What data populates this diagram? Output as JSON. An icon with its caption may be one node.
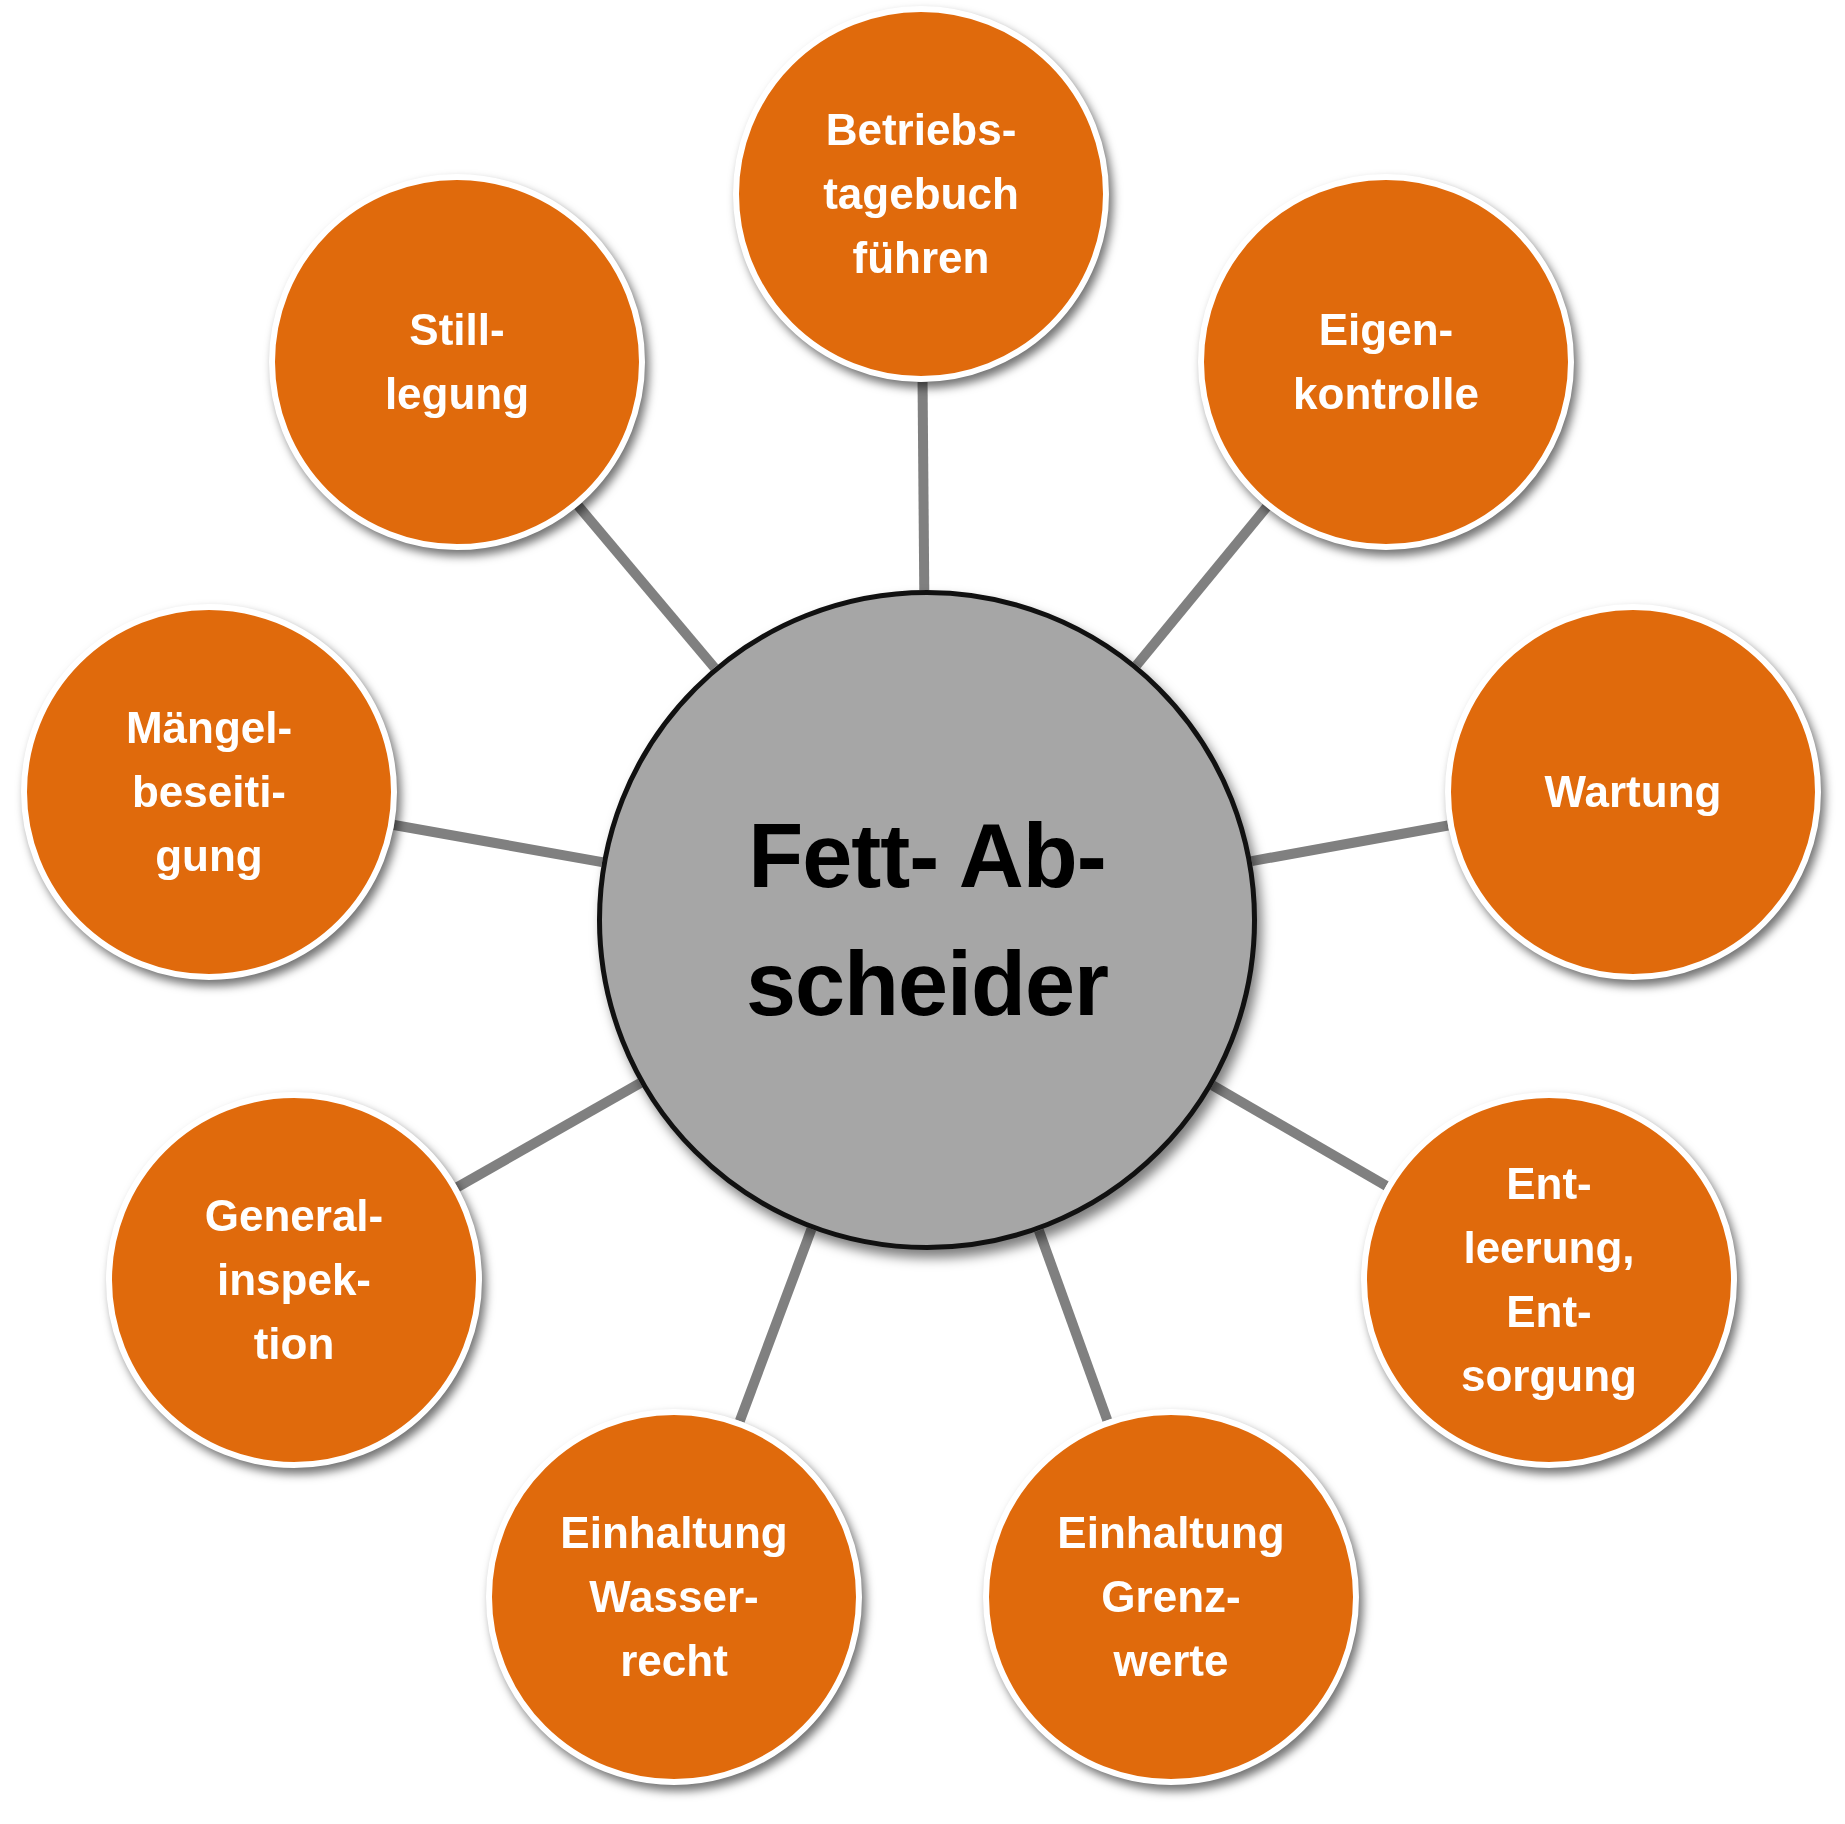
{
  "diagram": {
    "nodes": [
      {
        "text": [
          "Fett- Ab- scheider"
        ]
      },
      {
        "text": [
          "Betriebs- tagebuch führen"
        ]
      },
      {
        "text": [
          "Eigen- kontrolle"
        ]
      },
      {
        "text": [
          "Wartung"
        ]
      },
      {
        "text": [
          "Ent- leerung, Ent- sorgung"
        ]
      },
      {
        "text": [
          "Einhaltung Grenz- werte"
        ]
      },
      {
        "text": [
          "Einhaltung Wasser- recht"
        ]
      },
      {
        "text": [
          "General- inspek- tion"
        ]
      },
      {
        "text": [
          "Mängel- beseiti- gung"
        ]
      },
      {
        "text": [
          "Still- legung"
        ]
      }
    ],
    "edges": [
      {
        "from": 0,
        "to": 1,
        "arrow": "none"
      },
      {
        "from": 0,
        "to": 2,
        "arrow": "none"
      },
      {
        "from": 0,
        "to": 3,
        "arrow": "none"
      },
      {
        "from": 0,
        "to": 4,
        "arrow": "none"
      },
      {
        "from": 0,
        "to": 5,
        "arrow": "none"
      },
      {
        "from": 0,
        "to": 6,
        "arrow": "none"
      },
      {
        "from": 0,
        "to": 7,
        "arrow": "none"
      },
      {
        "from": 0,
        "to": 8,
        "arrow": "none"
      },
      {
        "from": 0,
        "to": 9,
        "arrow": "none"
      }
    ]
  }
}
